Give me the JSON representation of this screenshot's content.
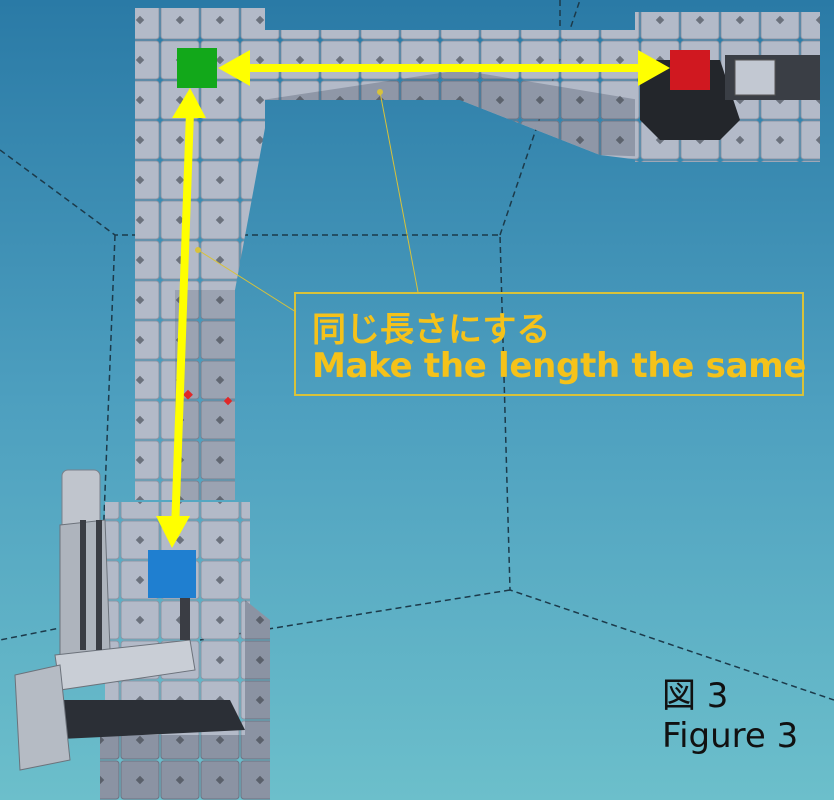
{
  "annotation": {
    "japanese": "同じ長さにする",
    "english": "Make the length the same"
  },
  "figure_label": {
    "japanese": "図 3",
    "english": "Figure 3"
  },
  "colors": {
    "arrow": "#ffff00",
    "marker_green": "#12a81a",
    "marker_red": "#d01820",
    "marker_blue": "#1f7fd0",
    "callout_text": "#f5c21a"
  }
}
